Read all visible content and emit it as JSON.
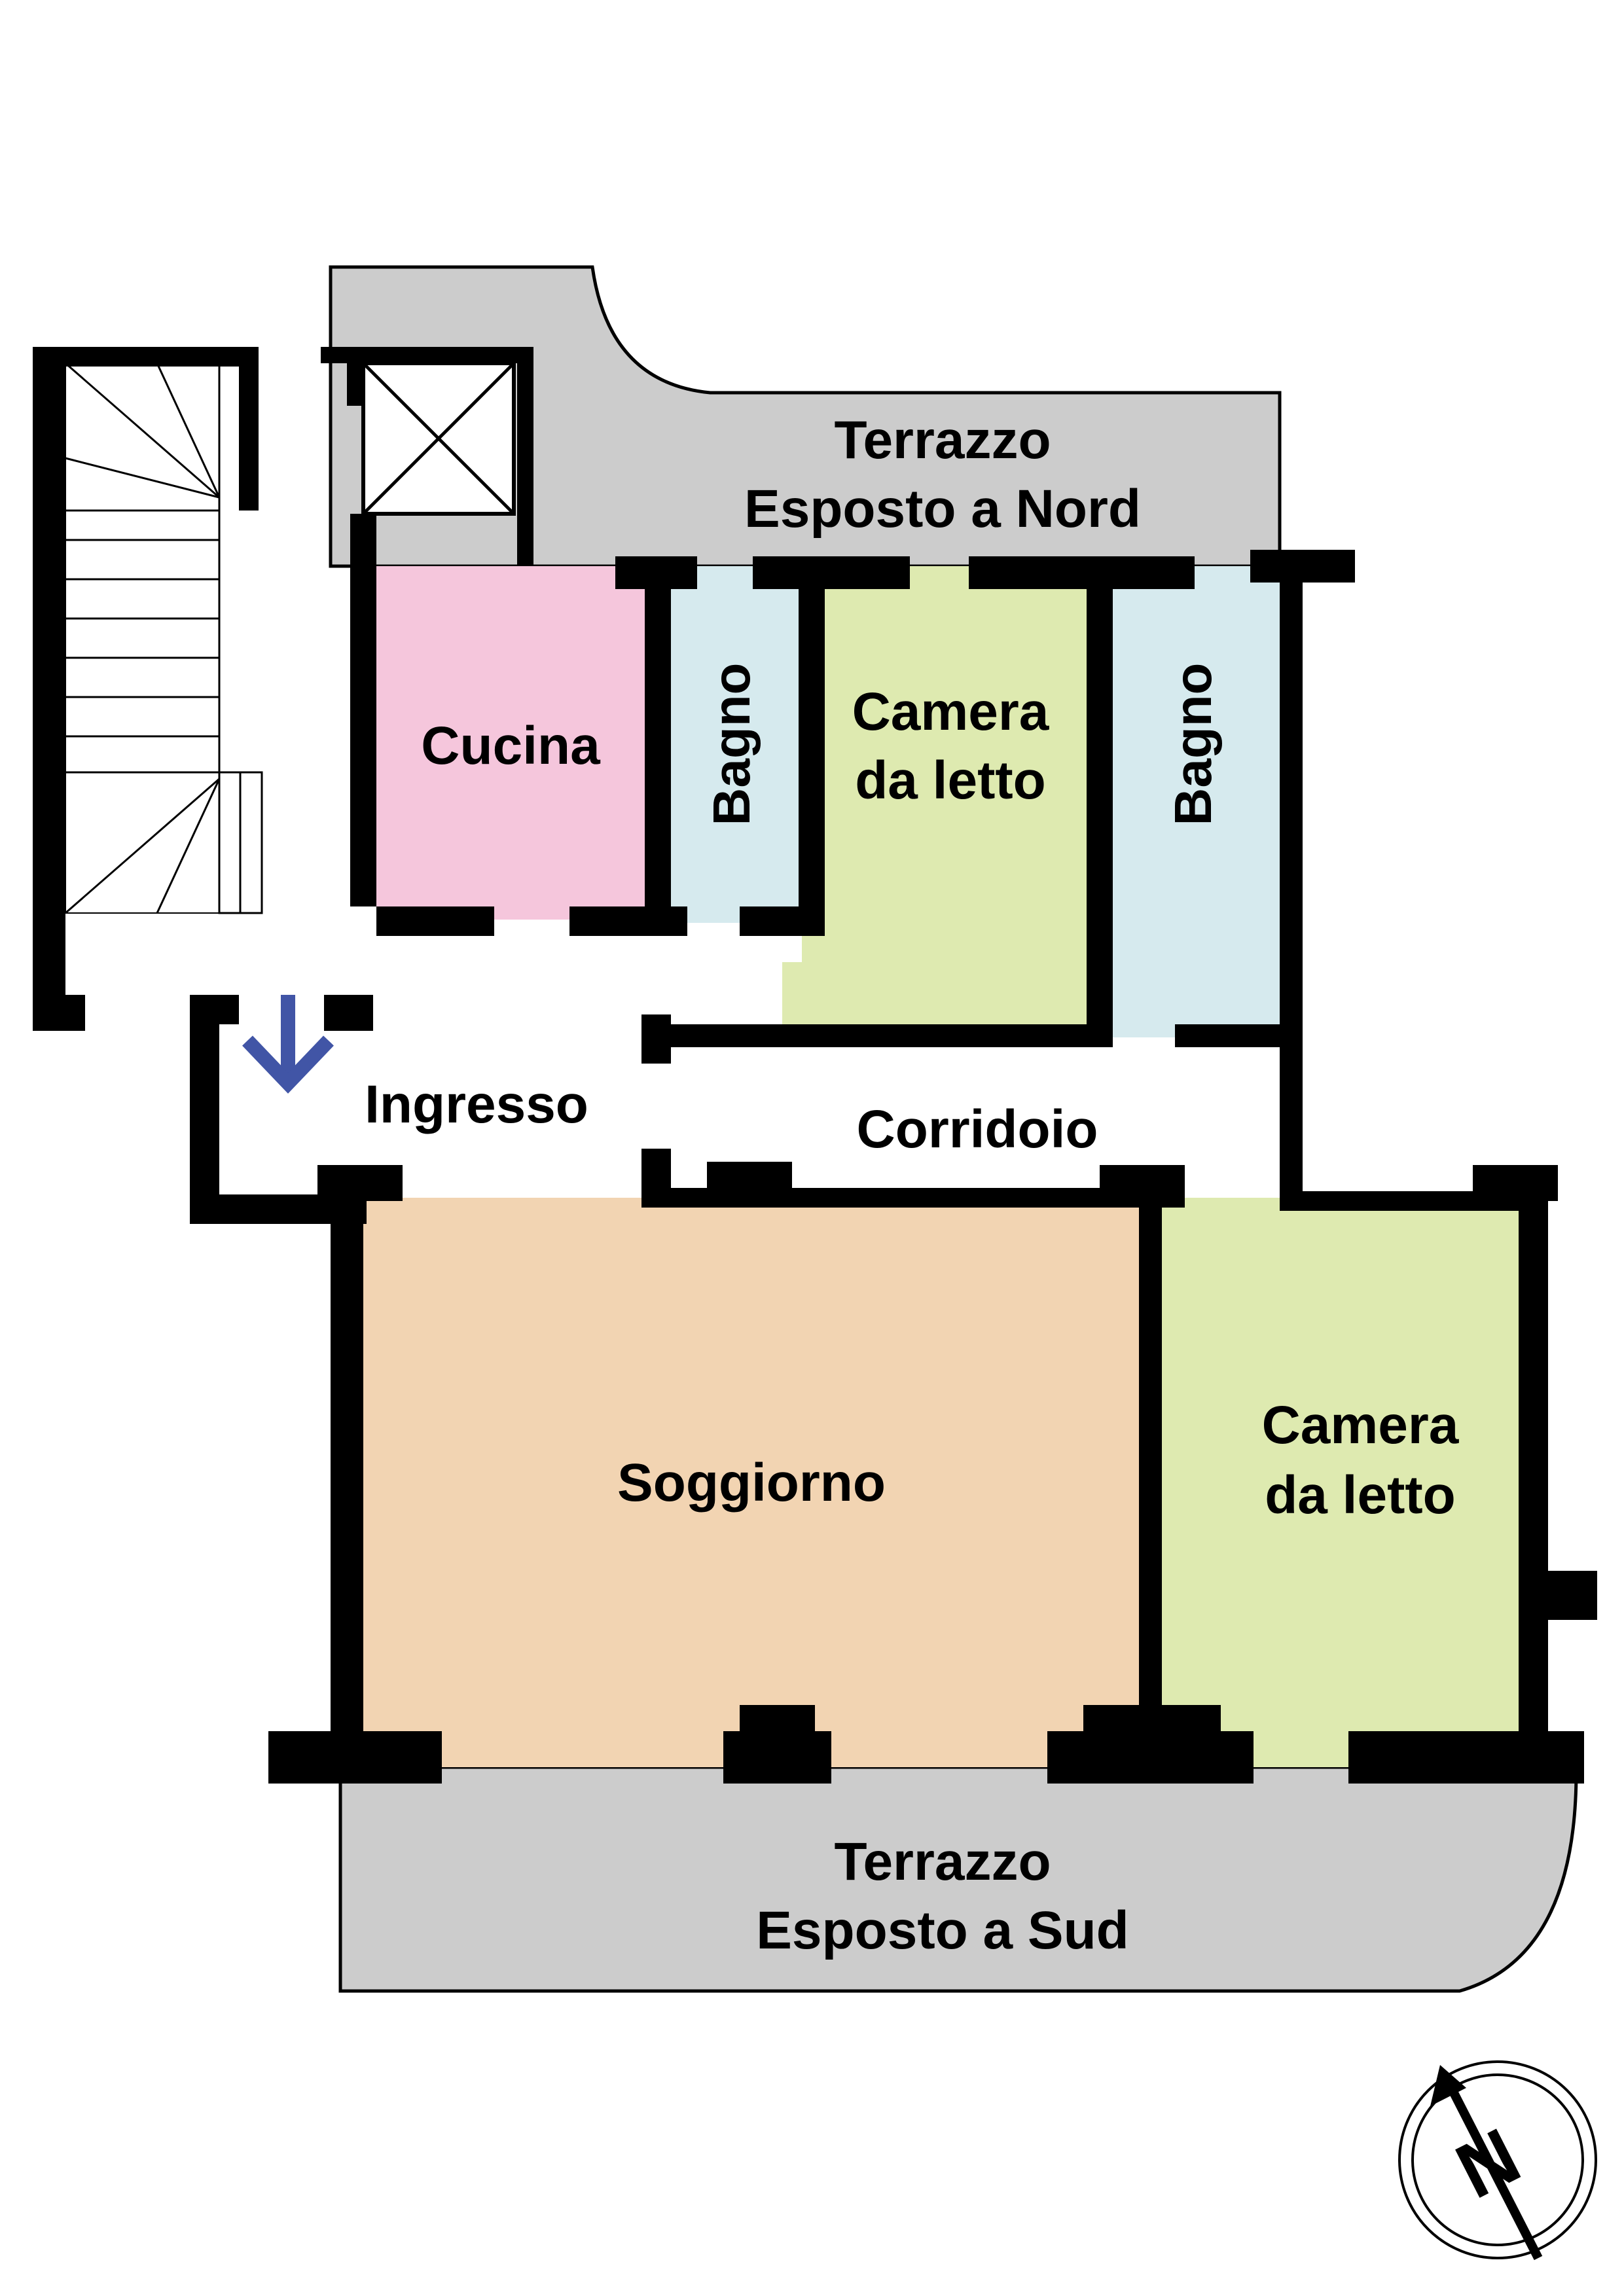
{
  "rooms": {
    "terrace_north_line1": "Terrazzo",
    "terrace_north_line2": "Esposto a Nord",
    "kitchen": "Cucina",
    "bathroom_1": "Bagno",
    "bedroom_1_line1": "Camera",
    "bedroom_1_line2": "da letto",
    "bathroom_2": "Bagno",
    "entrance": "Ingresso",
    "corridor": "Corridoio",
    "living_room": "Soggiorno",
    "bedroom_2_line1": "Camera",
    "bedroom_2_line2": "da letto",
    "terrace_south_line1": "Terrazzo",
    "terrace_south_line2": "Esposto a Sud"
  },
  "compass": {
    "label": "N"
  },
  "colors": {
    "wall": "#000000",
    "terrace": "#cccccc",
    "kitchen": "#f5c6dc",
    "bathroom": "#d6eaee",
    "bedroom": "#deeab0",
    "living_room": "#f2d4b2",
    "entrance_arrow": "#4155a6"
  }
}
